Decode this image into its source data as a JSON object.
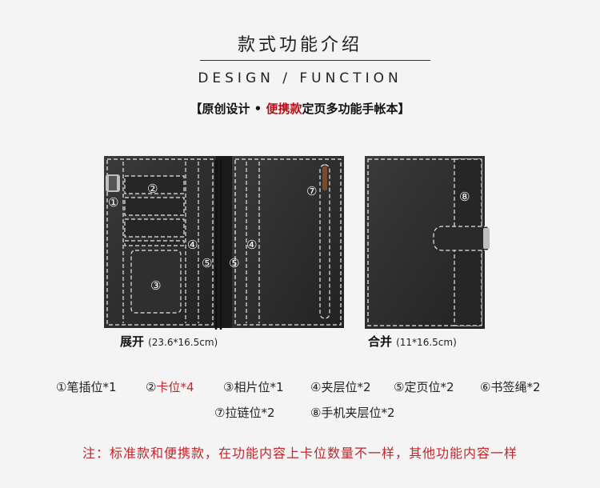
{
  "heading": {
    "cn": "款式功能介绍",
    "en": "DESIGN / FUNCTION"
  },
  "subtitle": {
    "open_bracket": "【",
    "part1": "原创设计 • ",
    "highlight": "便携款",
    "part2": "定页多功能手帐本",
    "close_bracket": "】"
  },
  "open_view": {
    "label": "展开",
    "size": "(23.6*16.5cm)",
    "markers": {
      "m1": "①",
      "m2": "②",
      "m3": "③",
      "m4a": "④",
      "m5a": "⑤",
      "m5b": "⑤",
      "m4b": "④",
      "m7": "⑦"
    }
  },
  "closed_view": {
    "label": "合并",
    "size": "(11*16.5cm)",
    "markers": {
      "m8": "⑧"
    }
  },
  "legend": {
    "row1": [
      {
        "num": "①",
        "text": "笔插位*1"
      },
      {
        "num": "②",
        "text": "卡位*4"
      },
      {
        "num": "③",
        "text": "相片位*1"
      },
      {
        "num": "④",
        "text": "夹层位*2"
      },
      {
        "num": "⑤",
        "text": "定页位*2"
      },
      {
        "num": "⑥",
        "text": "书签绳*2"
      }
    ],
    "row2": [
      {
        "num": "⑦",
        "text": "拉链位*2"
      },
      {
        "num": "⑧",
        "text": "手机夹层位*2"
      }
    ]
  },
  "note": "注：标准款和便携款，在功能内容上卡位数量不一样，其他功能内容一样",
  "colors": {
    "leather": "#2b2b2b",
    "stitch": "#e8e8e8",
    "accent_red": "#c0262b"
  }
}
